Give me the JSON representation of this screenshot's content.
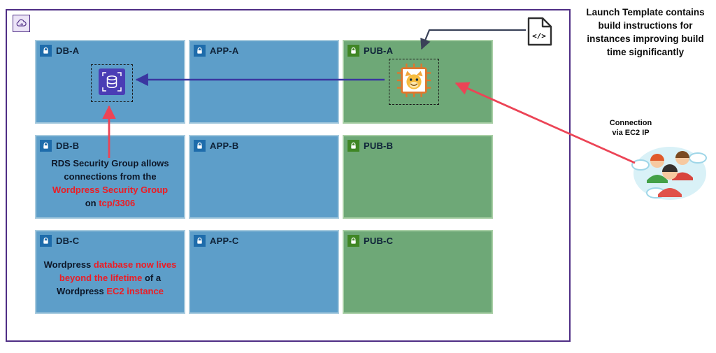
{
  "subnets": [
    {
      "label": "DB-A",
      "type": "private"
    },
    {
      "label": "APP-A",
      "type": "private"
    },
    {
      "label": "PUB-A",
      "type": "public"
    },
    {
      "label": "DB-B",
      "type": "private"
    },
    {
      "label": "APP-B",
      "type": "private"
    },
    {
      "label": "PUB-B",
      "type": "public"
    },
    {
      "label": "DB-C",
      "type": "private"
    },
    {
      "label": "APP-C",
      "type": "private"
    },
    {
      "label": "PUB-C",
      "type": "public"
    }
  ],
  "annotations": {
    "launch_template": "Launch Template contains build instructions for instances improving build time significantly",
    "connection_line1": "Connection",
    "connection_line2": "via EC2 IP",
    "rds_note_segments": [
      {
        "text": "RDS Security Group allows connections from the ",
        "highlight": false
      },
      {
        "text": "Wordpress Security Group",
        "highlight": true
      },
      {
        "text": " on ",
        "highlight": false
      },
      {
        "text": "tcp/3306",
        "highlight": true
      }
    ],
    "db_note_segments": [
      {
        "text": "Wordpress ",
        "highlight": false
      },
      {
        "text": "database now lives beyond the lifetime",
        "highlight": true
      },
      {
        "text": " of a Wordpress ",
        "highlight": false
      },
      {
        "text": "EC2 instance",
        "highlight": true
      }
    ]
  },
  "icons": {
    "code_glyph": "</>",
    "names": [
      "cloud-icon",
      "lock-icon",
      "rds-database-icon",
      "wordpress-cat-chip-icon",
      "code-file-icon",
      "users-illustration"
    ]
  },
  "colors": {
    "vpc_border": "#4e2d85",
    "private_subnet": "#5d9ec9",
    "public_subnet": "#6ea877",
    "private_lock": "#1e6cab",
    "public_lock": "#3f8624",
    "highlight_red": "#ed1c24",
    "arrow_red": "#ec4456",
    "arrow_indigo": "#3a36a0",
    "arrow_dark": "#3a4158",
    "chip_orange": "#e0762c",
    "rds_purple": "#4a3db5"
  }
}
